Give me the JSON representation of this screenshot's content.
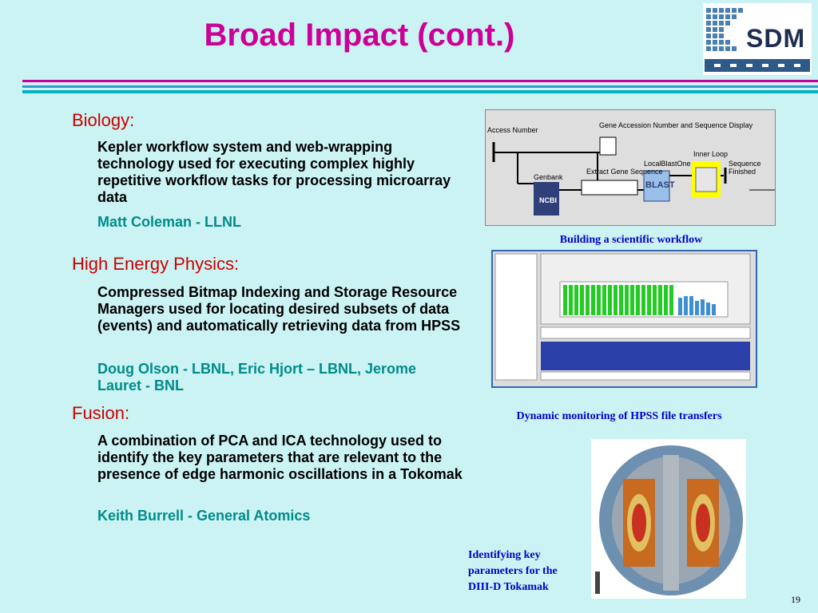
{
  "title": "Broad Impact (cont.)",
  "logo": {
    "text": "SDM"
  },
  "sections": [
    {
      "heading": "Biology:",
      "body": "Kepler workflow system and web-wrapping technology used for executing complex highly repetitive workflow tasks for processing microarray data",
      "credit": "Matt Coleman - LLNL"
    },
    {
      "heading": "High Energy Physics:",
      "body": "Compressed Bitmap Indexing and Storage Resource Managers used for locating desired subsets of data (events) and automatically retrieving data from HPSS",
      "credit": "Doug Olson - LBNL, Eric Hjort – LBNL, Jerome Lauret - BNL"
    },
    {
      "heading": "Fusion:",
      "body": "A combination of PCA and ICA technology used to identify the key parameters that are relevant to the presence of edge harmonic oscillations in a Tokomak",
      "credit": "Keith Burrell - General Atomics"
    }
  ],
  "workflow": {
    "access_number": "Access Number",
    "gene_display": "Gene Accession Number and Sequence Display",
    "genbank": "Genbank",
    "ncbi": "NCBI",
    "extract": "Extract Gene Sequence",
    "local_blast": "LocalBlastOne",
    "blast": "BLAST",
    "inner_loop": "Inner Loop",
    "seq_finished": "Sequence Finished"
  },
  "captions": {
    "workflow": "Building a scientific workflow",
    "monitoring": "Dynamic monitoring of HPSS file transfers",
    "tokamak_line1": "Identifying key",
    "tokamak_line2": "parameters for the",
    "tokamak_line3": "DIII-D Tokamak"
  },
  "page_number": "19",
  "colors": {
    "background": "#ccf3f3",
    "title": "#cc0099",
    "heading": "#cc0000",
    "credit": "#008b8b",
    "caption": "#0000cc"
  }
}
